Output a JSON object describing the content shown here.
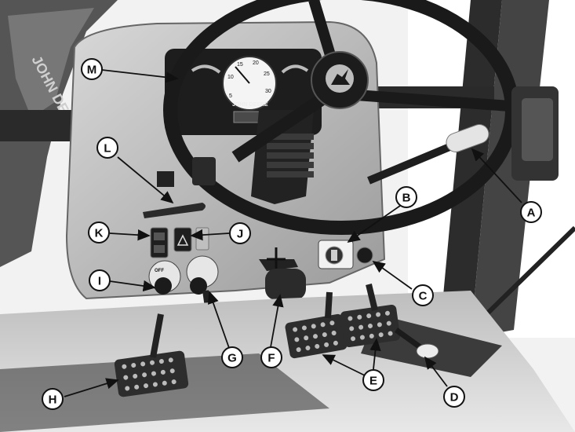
{
  "callouts": {
    "A": "A",
    "B": "B",
    "C": "C",
    "D": "D",
    "E": "E",
    "F": "F",
    "G": "G",
    "H": "H",
    "I": "I",
    "J": "J",
    "K": "K",
    "L": "L",
    "M": "M"
  },
  "dashboard": {
    "brand": "JOHN DEERE",
    "gauge_ticks": [
      "5",
      "10",
      "15",
      "20",
      "25",
      "30"
    ],
    "hood_lettering": "JOHN DEERE",
    "switch_label": "OFF"
  }
}
